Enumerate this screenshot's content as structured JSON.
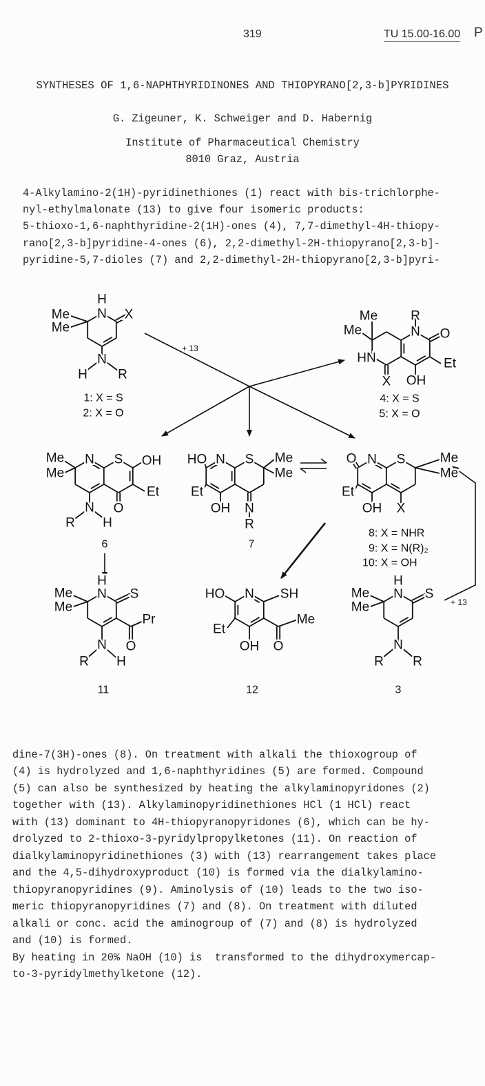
{
  "header": {
    "page_number": "319",
    "session": "TU 15.00-16.00",
    "marker": "P"
  },
  "title": "SYNTHESES OF 1,6-NAPHTHYRIDINONES AND THIOPYRANO[2,3-b]PYRIDINES",
  "authors": "G. Zigeuner, K. Schweiger and D. Habernig",
  "affiliation": [
    "Institute of Pharmaceutical Chemistry",
    "8010 Graz, Austria"
  ],
  "paragraph1": [
    "4-Alkylamino-2(1H)-pyridinethiones (1) react with bis-trichlorphe-",
    "nyl-ethylmalonate (13) to give four isomeric products:",
    "5-thioxo-1,6-naphthyridine-2(1H)-ones (4), 7,7-dimethyl-4H-thiopy-",
    "rano[2,3-b]pyridine-4-ones (6), 2,2-dimethyl-2H-thiopyrano[2,3-b]-",
    "pyridine-5,7-dioles (7) and 2,2-dimethyl-2H-thiopyrano[2,3-b]pyri-"
  ],
  "paragraph2": [
    "dine-7(3H)-ones (8). On treatment with alkali the thioxogroup of",
    "(4) is hydrolyzed and 1,6-naphthyridines (5) are formed. Compound",
    "(5) can also be synthesized by heating the alkylaminopyridones (2)",
    "together with (13). Alkylaminopyridinethiones HCl (1 HCl) react",
    "with (13) dominant to 4H-thiopyranopyridones (6), which can be hy-",
    "drolyzed to 2-thioxo-3-pyridylpropylketones (11). On reaction of",
    "dialkylaminopyridinethiones (3) with (13) rearrangement takes place",
    "and the 4,5-dihydroxyproduct (10) is formed via the dialkylamino-",
    "thiopyranopyridines (9). Aminolysis of (10) leads to the two iso-",
    "meric thiopyranopyridines (7) and (8). On treatment with diluted",
    "alkali or conc. acid the aminogroup of (7) and (8) is hydrolyzed",
    "and (10) is formed.",
    "By heating in 20% NaOH (10) is  transformed to the dihydroxymercap-",
    "to-3-pyridylmethylketone (12)."
  ],
  "scheme": {
    "atoms": {
      "me": "Me",
      "n": "N",
      "h": "H",
      "x": "X",
      "r": "R",
      "o": "O",
      "s": "S",
      "oh": "OH",
      "ho": "HO",
      "et": "Et",
      "hn": "HN",
      "pr": "Pr",
      "sh": "SH"
    },
    "reagent": "+ 13",
    "compounds": {
      "c6": "6",
      "c7": "7",
      "c11": "11",
      "c12": "12",
      "c3": "3"
    },
    "legend_1_2": [
      "1:  X  =  S",
      "2:  X  =  O"
    ],
    "legend_4_5": [
      "4:  X  =  S",
      "5:  X  =  O"
    ],
    "legend_8_10": [
      "8:  X  =  NHR",
      "9:  X  =  N(R)₂",
      "10:  X  =  OH"
    ]
  }
}
